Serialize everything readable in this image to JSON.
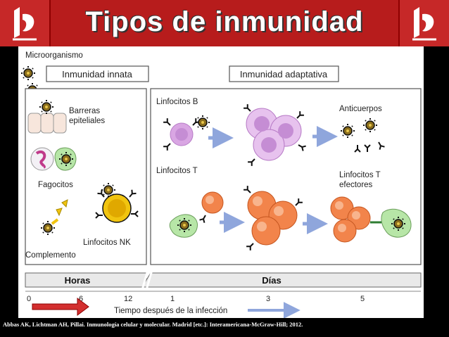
{
  "slide": {
    "title": "Tipos de  inmunidad",
    "citation": "Abbas AK, Lichtman AH, Pillai. Inmunología celular y molecular. Madrid [etc.]: Interamericana-McGraw-Hill; 2012."
  },
  "diagram": {
    "microorganismo": "Microorganismo",
    "innate_title": "Inmunidad innata",
    "adaptive_title": "Inmunidad adaptativa",
    "barreras_1": "Barreras",
    "barreras_2": "epiteliales",
    "fagocitos": "Fagocitos",
    "complemento": "Complemento",
    "nk": "Linfocitos NK",
    "linfocitos_b": "Linfocitos B",
    "linfocitos_t": "Linfocitos T",
    "anticuerpos": "Anticuerpos",
    "t_efectores_1": "Linfocitos T",
    "t_efectores_2": "efectores",
    "horas": "Horas",
    "dias": "Días",
    "ticks": [
      "0",
      "6",
      "12",
      "1",
      "3",
      "5"
    ],
    "time_label": "Tiempo después de la infección"
  },
  "colors": {
    "header": "#b71c1c",
    "b_cell": "#d9a6e3",
    "t_cell": "#f2844b",
    "phagocyte": "#b7e6a7",
    "nk": "#f1c40f",
    "arrow": "#8fa6dc",
    "red_arrow": "#d32f2f"
  }
}
